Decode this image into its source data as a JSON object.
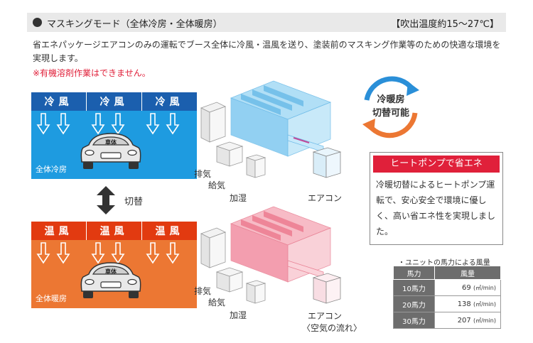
{
  "header": {
    "title": "マスキングモード（全体冷房・全体暖房）",
    "temp": "【吹出温度約15～27℃】"
  },
  "description": "省エネパッケージエアコンのみの運転でブース全体に冷風・温風を送り、塗装前のマスキング作業等のための快適な環境を実現します。",
  "warning": "※有機溶剤作業はできません。",
  "cool_booth": {
    "cells": [
      "冷風",
      "冷風",
      "冷風"
    ],
    "car_label": "車体",
    "mode_label": "全体冷房"
  },
  "heat_booth": {
    "cells": [
      "温風",
      "温風",
      "温風"
    ],
    "car_label": "車体",
    "mode_label": "全体暖房"
  },
  "switch_label": "切替",
  "illustration_cool": {
    "exhaust": "排気",
    "intake": "給気",
    "humidify": "加湿",
    "aircon": "エアコン"
  },
  "illustration_heat": {
    "exhaust": "排気",
    "intake": "給気",
    "humidify": "加湿",
    "aircon": "エアコン",
    "airflow": "〈空気の流れ〉"
  },
  "cycle": {
    "line1": "冷暖房",
    "line2": "切替可能"
  },
  "heatpump": {
    "title": "ヒートポンプで省エネ",
    "body": "冷暖切替によるヒートポンプ運転で、安心安全で環境に優しく、高い省エネ性を実現しました。"
  },
  "table": {
    "caption": "・ユニットの馬力による風量",
    "headers": [
      "馬力",
      "風量"
    ],
    "rows": [
      {
        "hp": "10馬力",
        "value": "69",
        "unit": "(㎥/min)"
      },
      {
        "hp": "20馬力",
        "value": "138",
        "unit": "(㎥/min)"
      },
      {
        "hp": "30馬力",
        "value": "207",
        "unit": "(㎥/min)"
      }
    ]
  },
  "colors": {
    "cool_light": "#1e9be0",
    "cool_dark": "#1b5fae",
    "heat_light": "#ec7733",
    "heat_dark": "#e23a10",
    "accent_red": "#e0203a"
  }
}
